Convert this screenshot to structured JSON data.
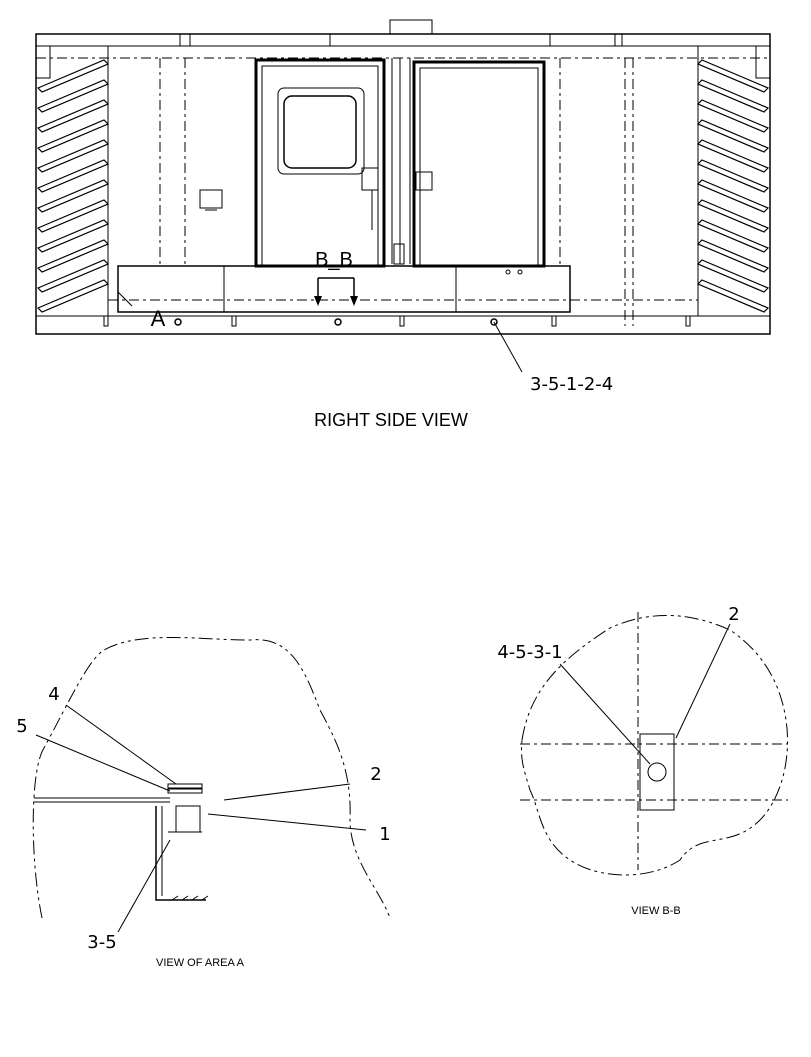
{
  "views": {
    "right_side": {
      "title": "RIGHT SIDE VIEW",
      "section_label": "B_B",
      "area_label": "A",
      "callout": "3-5-1-2-4"
    },
    "area_a": {
      "title": "VIEW OF AREA A",
      "callouts": {
        "c4": "4",
        "c5": "5",
        "c2": "2",
        "c1": "1",
        "c35": "3-5"
      }
    },
    "section_bb": {
      "title": "VIEW B-B",
      "callouts": {
        "c4531": "4-5-3-1",
        "c2": "2"
      }
    }
  }
}
